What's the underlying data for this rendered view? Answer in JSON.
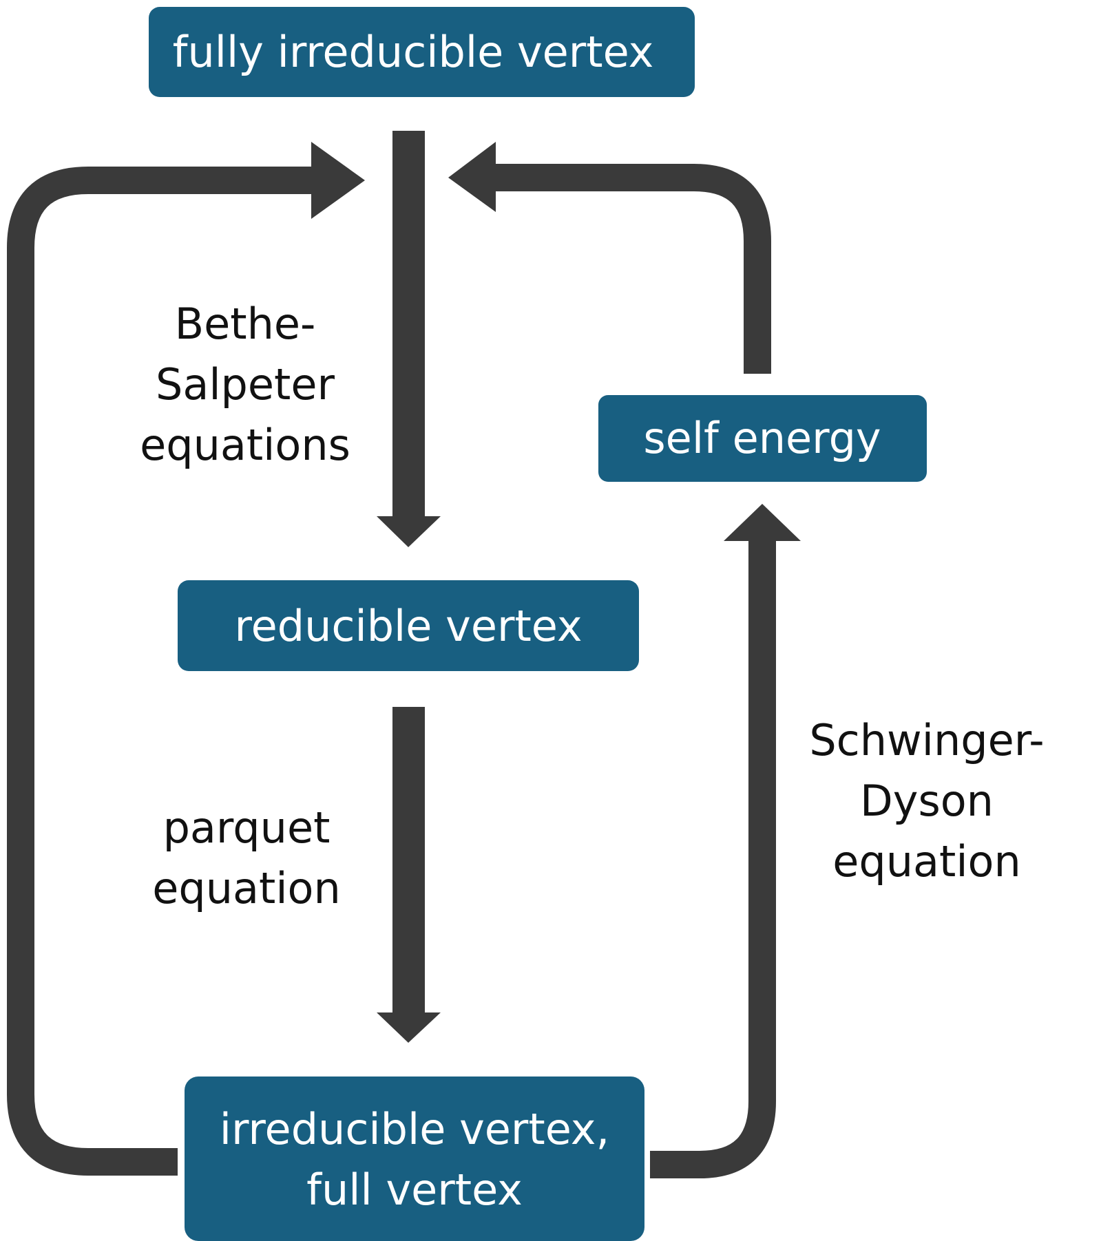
{
  "nodes": {
    "fully_irreducible": "fully irreducible vertex",
    "reducible": "reducible vertex",
    "irreducible_full_line1": "irreducible vertex,",
    "irreducible_full_line2": "full vertex",
    "self_energy": "self energy"
  },
  "labels": {
    "bethe_salpeter": [
      "Bethe-",
      "Salpeter",
      "equations"
    ],
    "parquet": [
      "parquet",
      "equation"
    ],
    "schwinger_dyson": [
      "Schwinger-",
      "Dyson",
      "equation"
    ]
  },
  "colors": {
    "node_fill": "#185F81",
    "node_text": "#ffffff",
    "arrow": "#3a3a3a",
    "label_text": "#111111"
  }
}
